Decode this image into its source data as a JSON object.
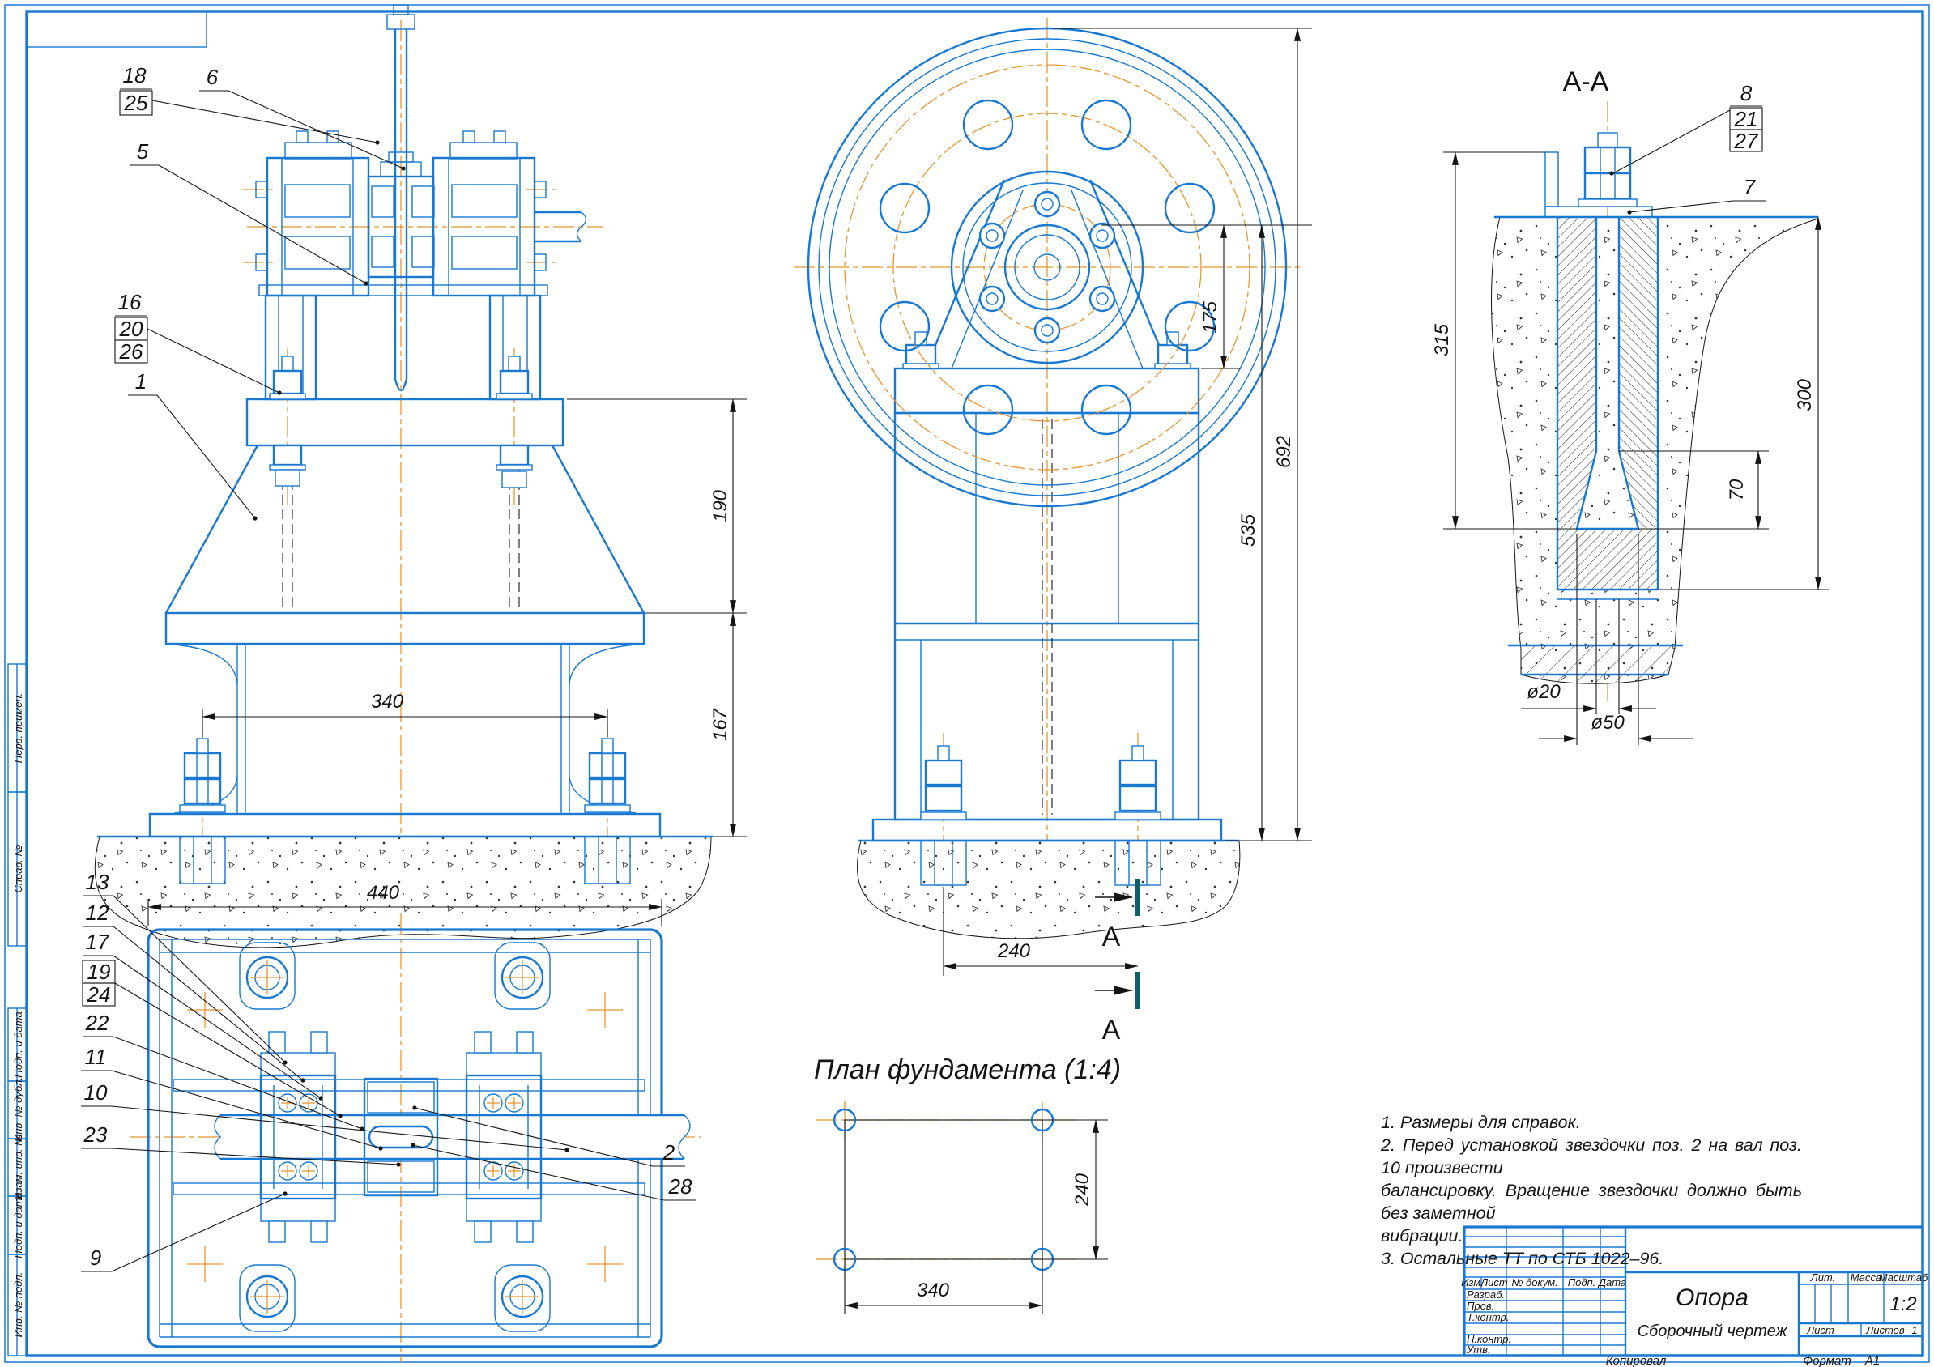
{
  "sheet": {
    "copied_label": "Копировал",
    "format_label": "Формат",
    "format_value": "A1"
  },
  "margin_labels": {
    "perv": "Перв. примен.",
    "sprav": "Справ. №",
    "podp1": "Подп. и дата",
    "inv_dubl": "Инв. № дубл.",
    "vzam": "Взам. инв. №",
    "podp2": "Подп. и дата",
    "inv_podl": "Инв. № подл."
  },
  "title_block": {
    "col_izm": "Изм.",
    "col_list": "Лист",
    "col_doc": "№ докум.",
    "col_podp": "Подп.",
    "col_data": "Дата",
    "row_razrab": "Разраб.",
    "row_prov": "Пров.",
    "row_tkontr": "Т.контр.",
    "row_nkontr": "Н.контр.",
    "row_utv": "Утв.",
    "name": "Опора",
    "doc_type": "Сборочный чертеж",
    "lit_label": "Лит.",
    "massa_label": "Масса",
    "masshtab_label": "Масштаб",
    "scale_value": "1:2",
    "list_label": "Лист",
    "listov_label": "Листов",
    "listov_value": "1"
  },
  "notes": {
    "lines": [
      "1. Размеры для справок.",
      "2. Перед установкой звездочки поз. 2 на вал поз. 10 произвести",
      "балансировку. Вращение звездочки должно быть без заметной",
      "вибрации.",
      "3. Остальные ТТ по СТБ 1022–96."
    ]
  },
  "section": {
    "title": "А-А",
    "mark": "А"
  },
  "foundation_plan": {
    "title": "План фундамента (1:4)"
  },
  "callouts": {
    "p1": "1",
    "p2": "2",
    "p5": "5",
    "p6": "6",
    "p7": "7",
    "p8": "8",
    "p9": "9",
    "p10": "10",
    "p11": "11",
    "p12": "12",
    "p13": "13",
    "p16": "16",
    "p17": "17",
    "p18": "18",
    "p19": "19",
    "p20": "20",
    "p21": "21",
    "p22": "22",
    "p23": "23",
    "p24": "24",
    "p25": "25",
    "p26": "26",
    "p27": "27",
    "p28": "28"
  },
  "dims": {
    "v190": "190",
    "v167": "167",
    "v340": "340",
    "v440": "440",
    "v175": "175",
    "v535": "535",
    "v692": "692",
    "v240": "240",
    "v315": "315",
    "v300": "300",
    "v70": "70",
    "d20": "ø20",
    "d50": "ø50",
    "fp340": "340",
    "fp240": "240"
  },
  "colors": {
    "line": "#1878d2",
    "center": "#e8952e",
    "dim": "#141414"
  }
}
